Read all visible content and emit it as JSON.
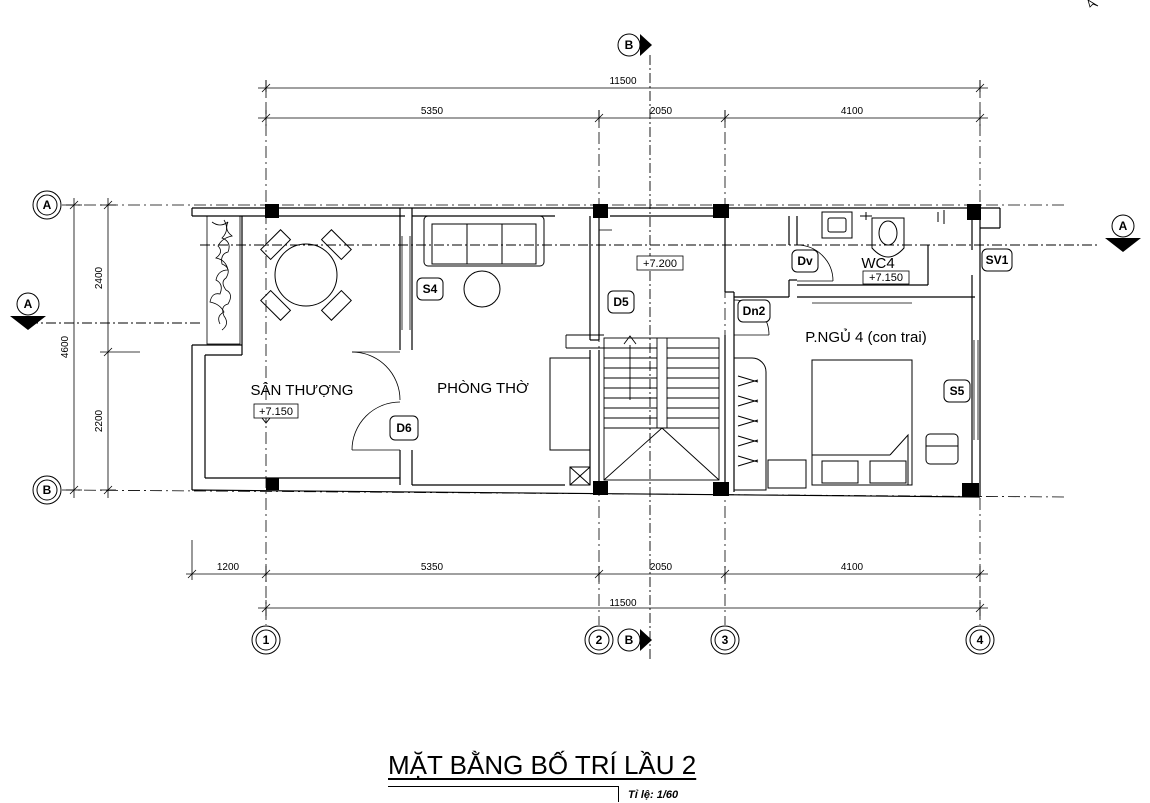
{
  "title": "MẶT BẰNG BỐ TRÍ LẦU 2",
  "scale": "Tỉ lệ: 1/60",
  "dimensions": {
    "top_total": "11500",
    "top_segments": [
      "5350",
      "2050",
      "4100"
    ],
    "bottom_segments": [
      "1200",
      "5350",
      "2050",
      "4100"
    ],
    "bottom_total": "11500",
    "left_total": "4600",
    "left_segments": [
      "2400",
      "2200"
    ]
  },
  "grid_axes": {
    "columns": [
      "1",
      "2",
      "3",
      "4"
    ],
    "rows": [
      "A",
      "B"
    ]
  },
  "section_markers": {
    "vertical": "B",
    "horizontal": "A"
  },
  "rooms": {
    "terrace": "SÂN THƯỢNG",
    "altar_room": "PHÒNG THỜ",
    "bedroom": "P.NGỦ 4 (con trai)",
    "wc": "WC4"
  },
  "levels": {
    "terrace": "+7.150",
    "hall": "+7.200",
    "wc": "+7.150"
  },
  "tags": {
    "s4": "S4",
    "s5": "S5",
    "d5": "D5",
    "d6": "D6",
    "dn2": "Dn2",
    "dv": "Dv",
    "sv1": "SV1"
  },
  "colors": {
    "ink": "#000000",
    "background": "#ffffff"
  }
}
